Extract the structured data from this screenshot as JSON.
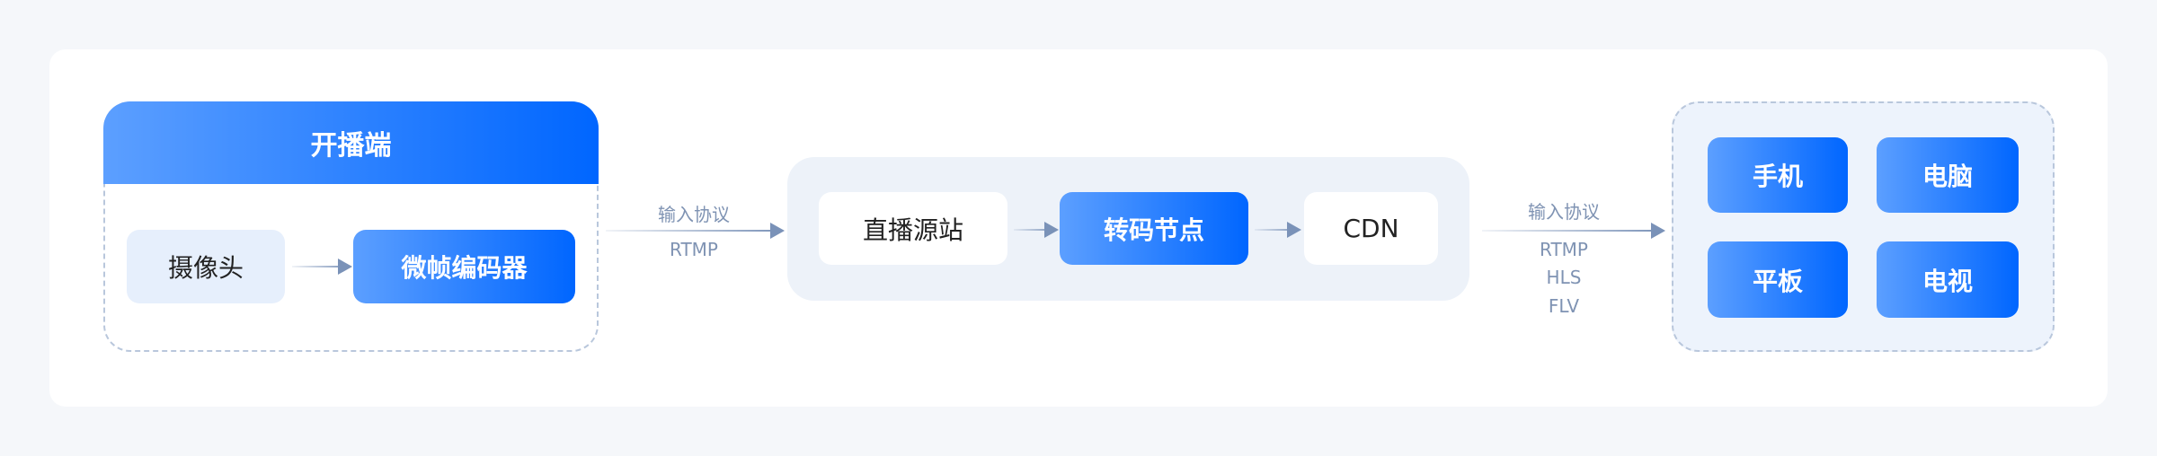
{
  "broadcaster": {
    "title": "开播端",
    "camera": "摄像头",
    "encoder": "微帧编码器"
  },
  "link1": {
    "top_label": "输入协议",
    "protocols": [
      "RTMP"
    ]
  },
  "server": {
    "origin": "直播源站",
    "transcode": "转码节点",
    "cdn": "CDN"
  },
  "link2": {
    "top_label": "输入协议",
    "protocols": [
      "RTMP",
      "HLS",
      "FLV"
    ]
  },
  "devices": [
    "手机",
    "电脑",
    "平板",
    "电视"
  ],
  "colors": {
    "gradient_start": "#5c9fff",
    "gradient_end": "#0066ff",
    "label": "#7f93b3",
    "arrow": "#7a92b8"
  }
}
